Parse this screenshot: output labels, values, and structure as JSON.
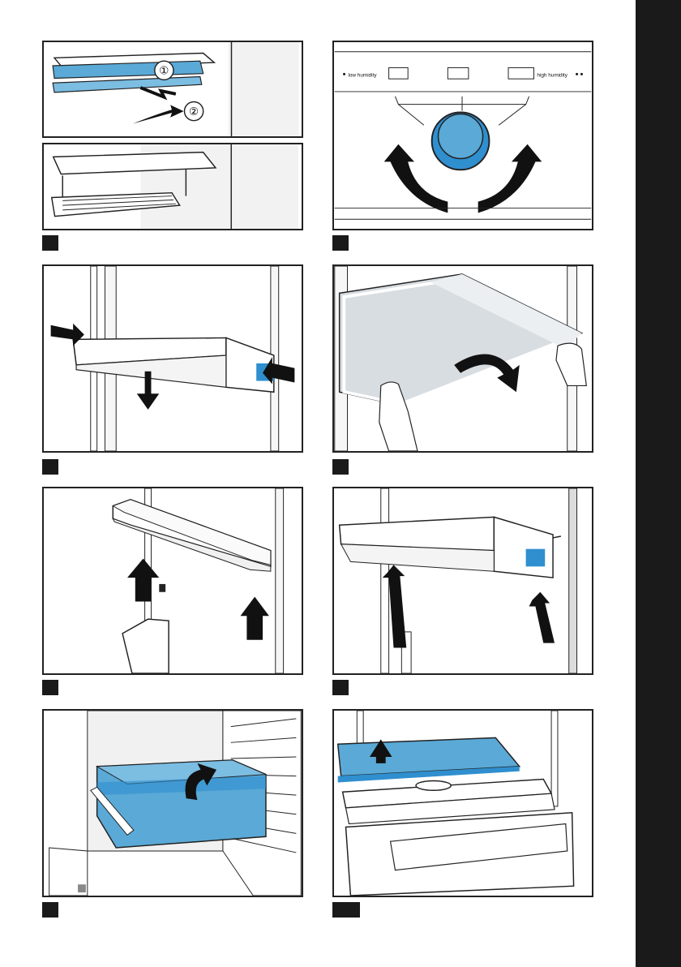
{
  "panels": {
    "humidity": {
      "low_label": "low humidity",
      "high_label": "high humidity"
    }
  },
  "colors": {
    "accent_blue": "#5aa9d6",
    "deep_blue": "#2f8fcf",
    "outline": "#222222",
    "label_box": "#1a1a1a"
  },
  "icons": {
    "circled_1": "①",
    "circled_2": "②"
  }
}
